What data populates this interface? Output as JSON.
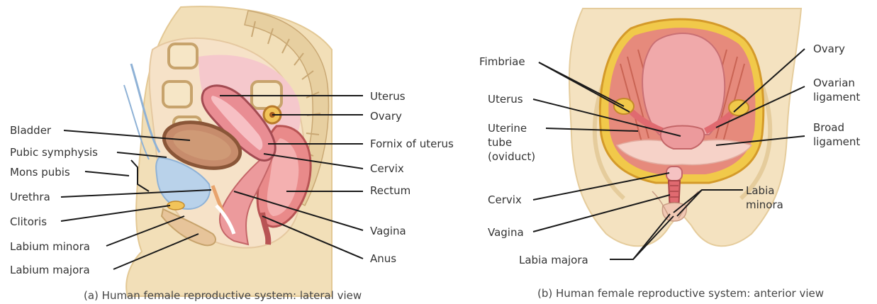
{
  "panel_a": {
    "caption": "(a) Human female reproductive system: lateral view",
    "labels": {
      "uterus": "Uterus",
      "ovary": "Ovary",
      "fornix": "Fornix of uterus",
      "cervix": "Cervix",
      "rectum": "Rectum",
      "vagina": "Vagina",
      "anus": "Anus",
      "bladder": "Bladder",
      "pubic_symphysis": "Pubic symphysis",
      "mons_pubis": "Mons pubis",
      "urethra": "Urethra",
      "clitoris": "Clitoris",
      "labium_minora": "Labium minora",
      "labium_majora": "Labium majora"
    }
  },
  "panel_b": {
    "caption": "(b) Human female reproductive system: anterior view",
    "labels": {
      "fimbriae": "Fimbriae",
      "uterus": "Uterus",
      "uterine_tube_1": "Uterine",
      "uterine_tube_2": "tube",
      "uterine_tube_3": "(oviduct)",
      "cervix": "Cervix",
      "vagina": "Vagina",
      "labia_majora": "Labia majora",
      "ovary": "Ovary",
      "ovarian_ligament_1": "Ovarian",
      "ovarian_ligament_2": "ligament",
      "broad_ligament_1": "Broad",
      "broad_ligament_2": "ligament",
      "labia_minora_1": "Labia",
      "labia_minora_2": "minora"
    }
  }
}
